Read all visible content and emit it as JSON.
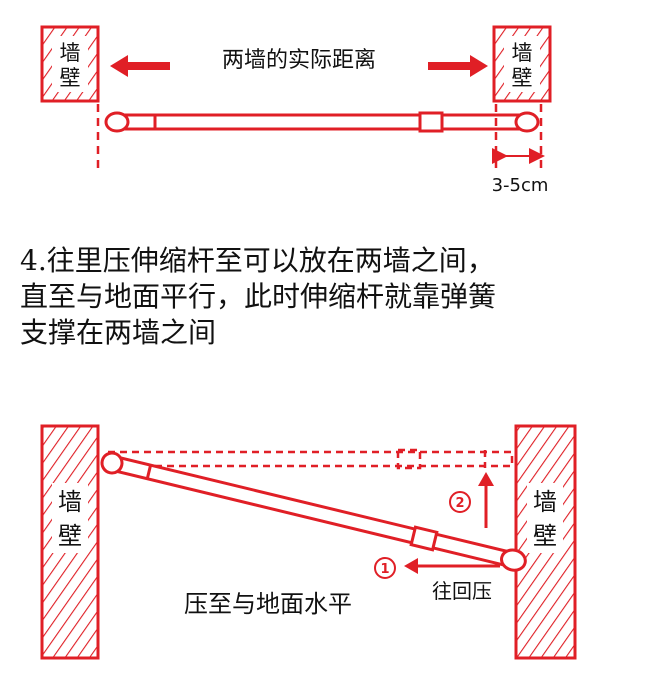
{
  "colors": {
    "accent": "#e01f26",
    "text": "#111111",
    "background": "#ffffff"
  },
  "top_diagram": {
    "wall_left_label": "墙壁",
    "wall_right_label": "墙壁",
    "distance_label": "两墙的实际距离",
    "extra_label": "3-5cm"
  },
  "instruction_lines": [
    "4.往里压伸缩杆至可以放在两墙之间，",
    "直至与地面平行，此时伸缩杆就靠弹簧",
    "支撑在两墙之间"
  ],
  "bottom_diagram": {
    "wall_left_label": "墙壁",
    "wall_right_label": "墙壁",
    "step1_number": "1",
    "step1_label": "往回压",
    "step2_number": "2",
    "caption": "压至与地面水平"
  }
}
